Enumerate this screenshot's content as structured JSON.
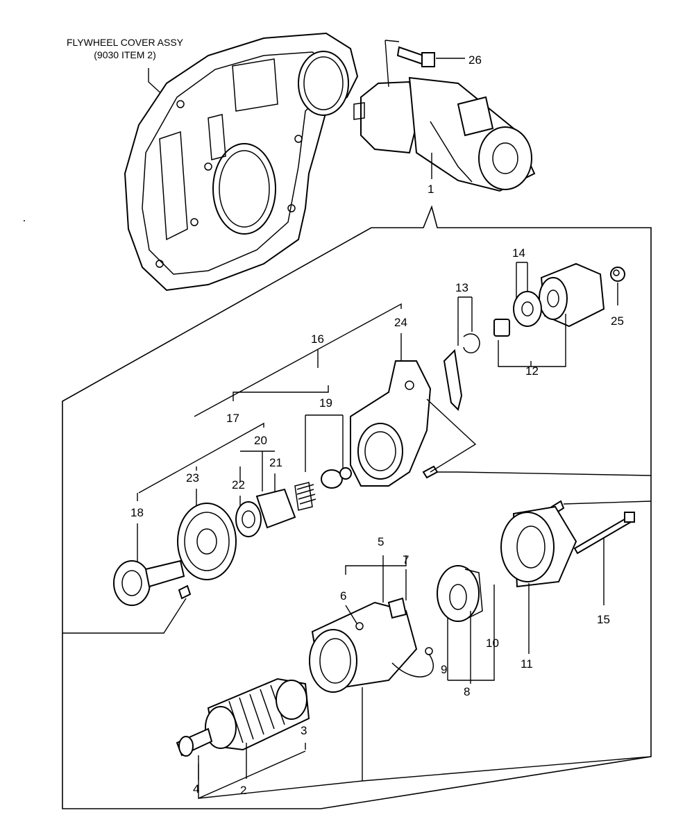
{
  "title": {
    "line1": "FLYWHEEL COVER ASSY",
    "line2": "(9030 ITEM 2)"
  },
  "callouts": [
    "1",
    "2",
    "3",
    "4",
    "5",
    "6",
    "7",
    "8",
    "9",
    "10",
    "11",
    "12",
    "13",
    "14",
    "15",
    "16",
    "17",
    "18",
    "19",
    "20",
    "21",
    "22",
    "23",
    "24",
    "25",
    "26"
  ]
}
